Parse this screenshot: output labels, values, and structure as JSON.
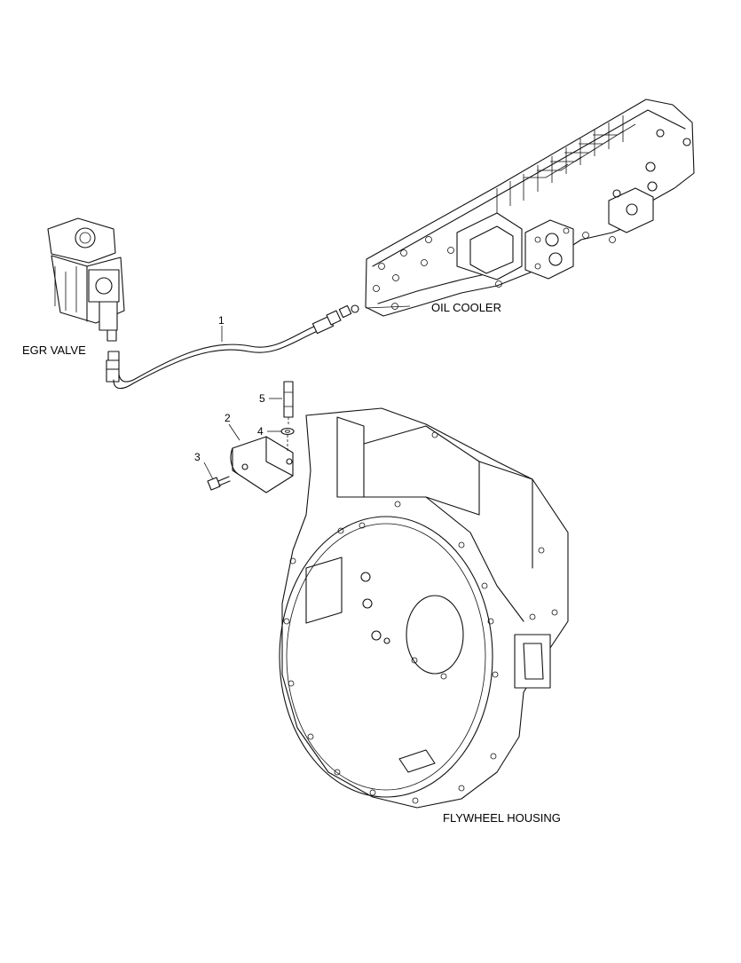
{
  "labels": {
    "egr_valve": "EGR VALVE",
    "oil_cooler": "OIL COOLER",
    "flywheel_housing": "FLYWHEEL HOUSING"
  },
  "callouts": {
    "c1": "1",
    "c2": "2",
    "c3": "3",
    "c4": "4",
    "c5": "5"
  }
}
